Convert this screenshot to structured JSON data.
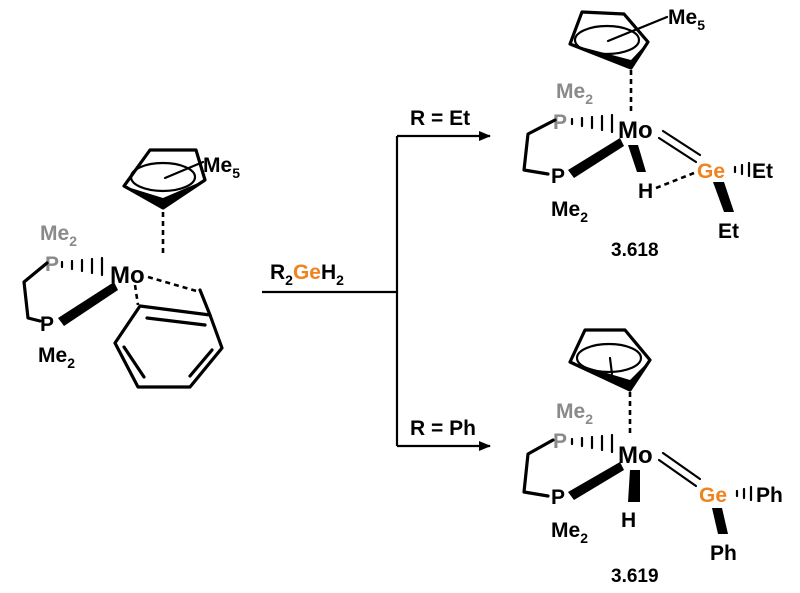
{
  "reagent": {
    "prefix": "R",
    "sub": "2",
    "element": "Ge",
    "suffix": "H",
    "sub2": "2"
  },
  "conditions": {
    "top": "R = Et",
    "bottom": "R = Ph"
  },
  "starting_material": {
    "cp_label": "Me",
    "cp_label_sub": "5",
    "p1": "P",
    "p1_label": "Me",
    "p1_label_sub": "2",
    "p2": "P",
    "p2_label": "Me",
    "p2_label_sub": "2",
    "metal": "Mo"
  },
  "product_1": {
    "id": "3.618",
    "cp_label": "Me",
    "cp_label_sub": "5",
    "p1": "P",
    "p1_label": "Me",
    "p1_label_sub": "2",
    "p2": "P",
    "p2_label": "Me",
    "p2_label_sub": "2",
    "metal": "Mo",
    "germanium": "Ge",
    "hydride": "H",
    "ge_sub1": "Et",
    "ge_sub2": "Et"
  },
  "product_2": {
    "id": "3.619",
    "p1": "P",
    "p1_label": "Me",
    "p1_label_sub": "2",
    "p2": "P",
    "p2_label": "Me",
    "p2_label_sub": "2",
    "metal": "Mo",
    "germanium": "Ge",
    "hydride": "H",
    "ge_sub1": "Ph",
    "ge_sub2": "Ph"
  },
  "colors": {
    "phosphorus": "#8a8a8a",
    "germanium": "#f0831e",
    "ink": "#000000"
  }
}
